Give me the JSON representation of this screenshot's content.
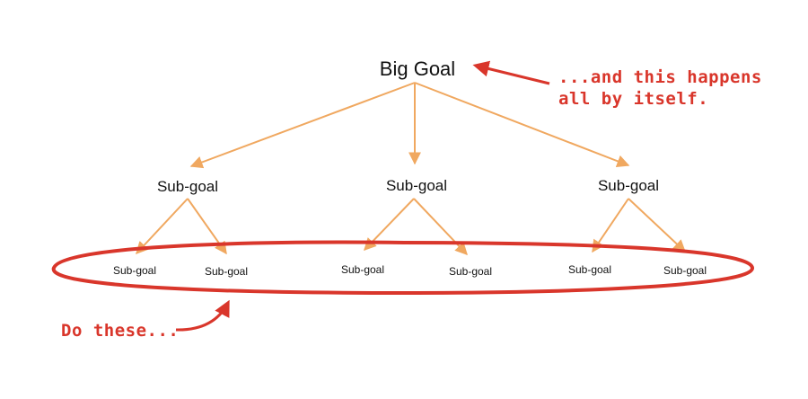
{
  "diagram": {
    "root": "Big Goal",
    "subgoals": [
      {
        "label": "Sub-goal",
        "children": [
          "Sub-goal",
          "Sub-goal"
        ]
      },
      {
        "label": "Sub-goal",
        "children": [
          "Sub-goal",
          "Sub-goal"
        ]
      },
      {
        "label": "Sub-goal",
        "children": [
          "Sub-goal",
          "Sub-goal"
        ]
      }
    ]
  },
  "annotations": {
    "top_line1": "...and this happens",
    "top_line2": "all by itself.",
    "bottom": "Do these..."
  },
  "colors": {
    "connector": "#f0a860",
    "annotation": "#d9362b",
    "text": "#111111",
    "background": "#ffffff"
  }
}
